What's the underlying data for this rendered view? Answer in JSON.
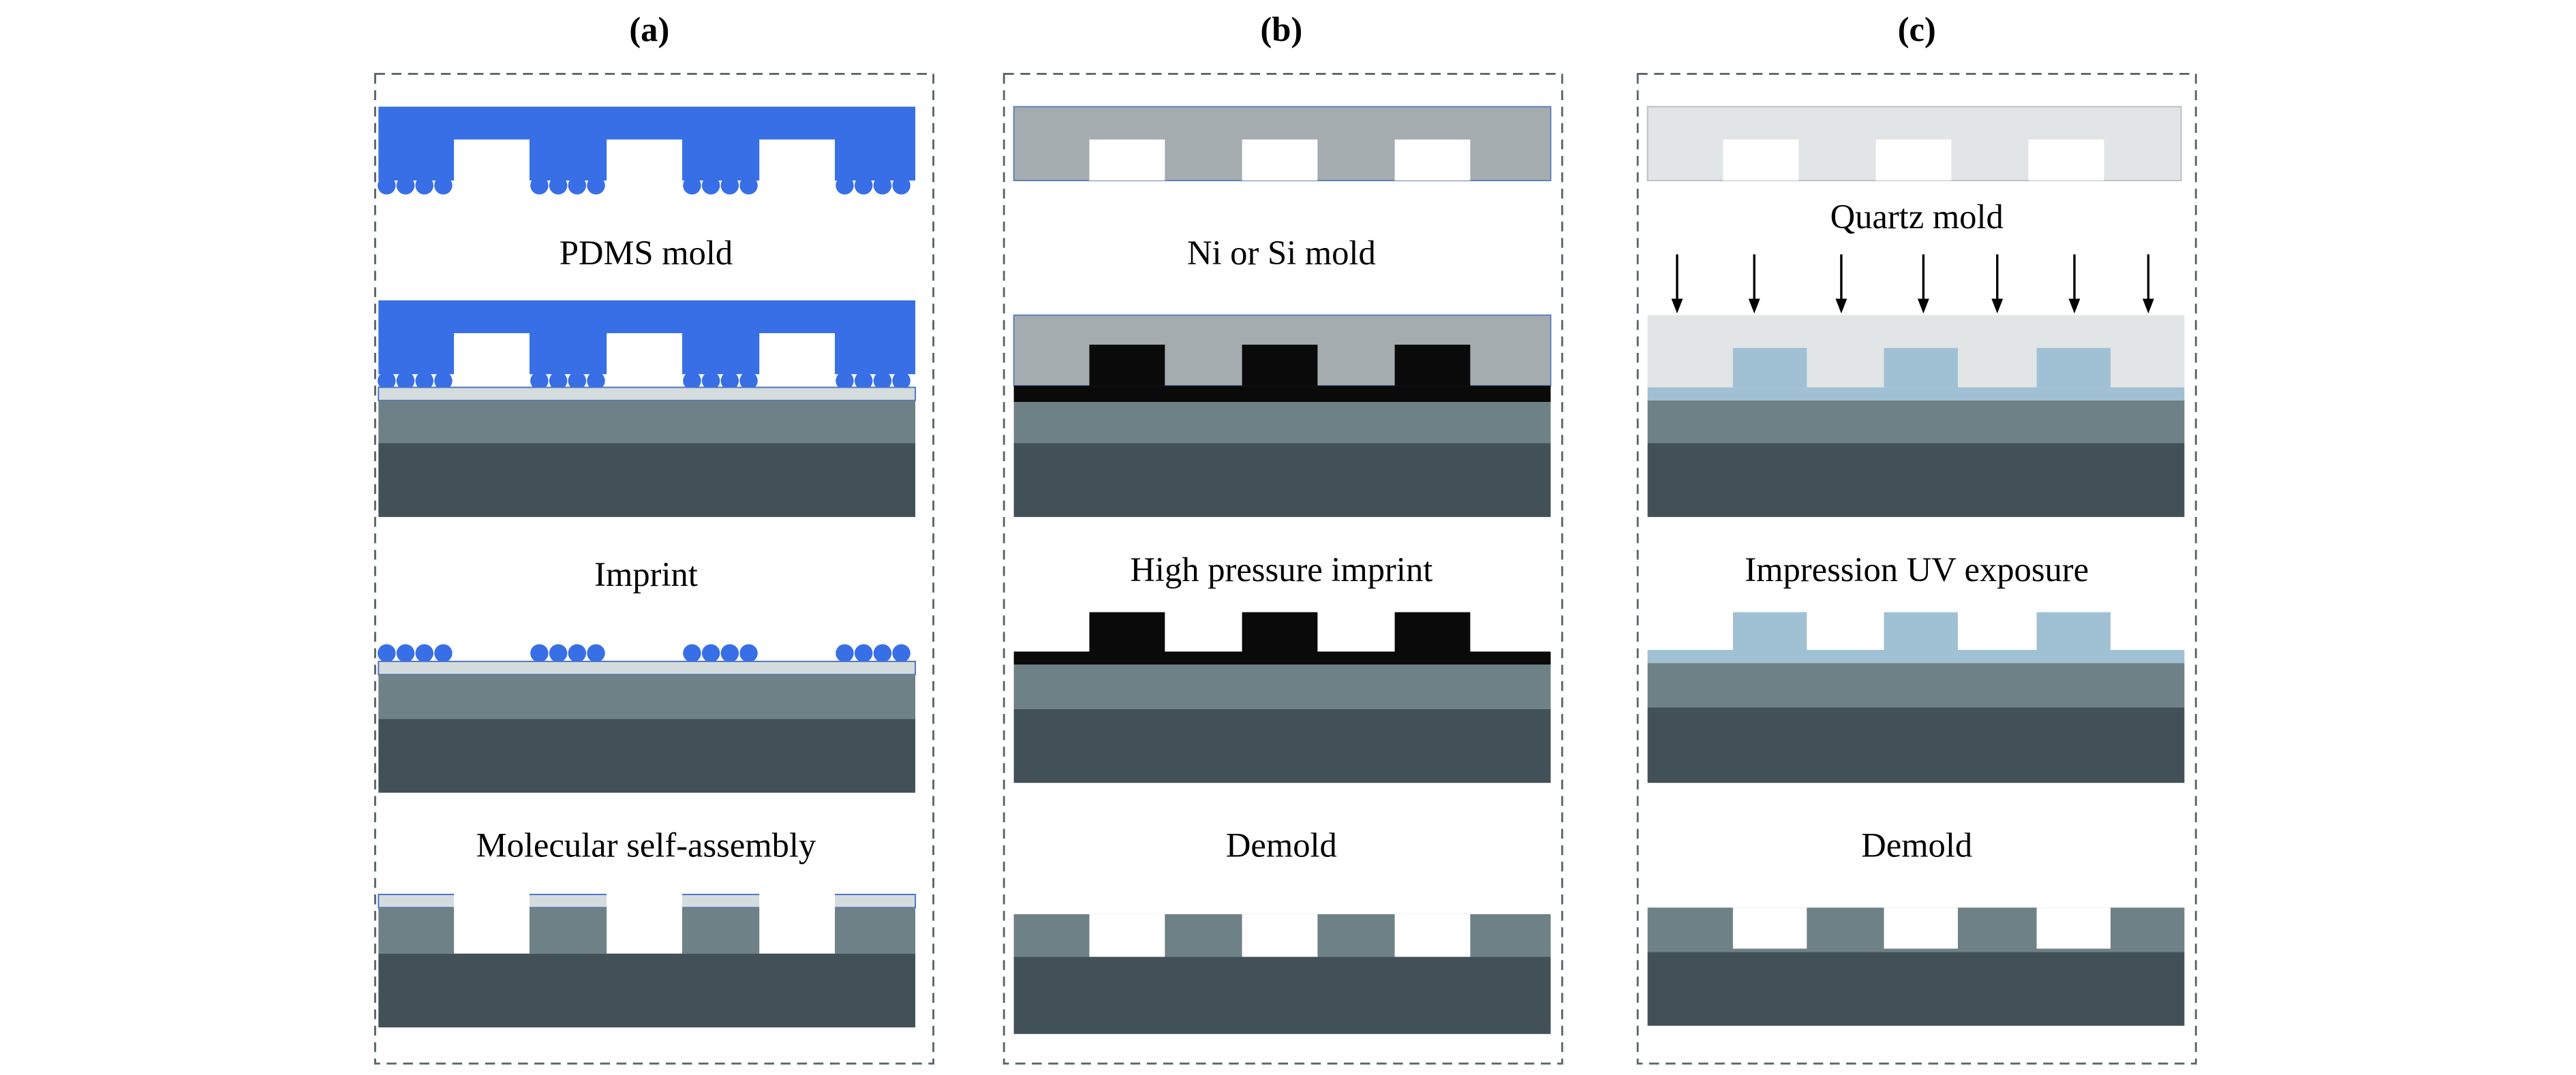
{
  "colors": {
    "pdms_blue": "#386fe6",
    "ni_gray": "#a5acaf",
    "quartz_light": "#e1e5e6",
    "uv_resist": "#a0c0d4",
    "black_resist": "#0a0a0a",
    "thin_layer": "#d5dcdd",
    "substrate_mid": "#6e8186",
    "substrate_dark": "#415157",
    "dashed_border": "#5a666b",
    "arrow": "#000000"
  },
  "panels": [
    {
      "title": "(a)",
      "labels": [
        "PDMS mold",
        "Imprint",
        "Molecular self-assembly"
      ]
    },
    {
      "title": "(b)",
      "labels": [
        "Ni or Si mold",
        "High pressure imprint",
        "Demold"
      ]
    },
    {
      "title": "(c)",
      "labels": [
        "Quartz mold",
        "Impression UV exposure",
        "Demold"
      ]
    }
  ],
  "icons": {
    "uv_arrows": "arrow-down-icon"
  }
}
